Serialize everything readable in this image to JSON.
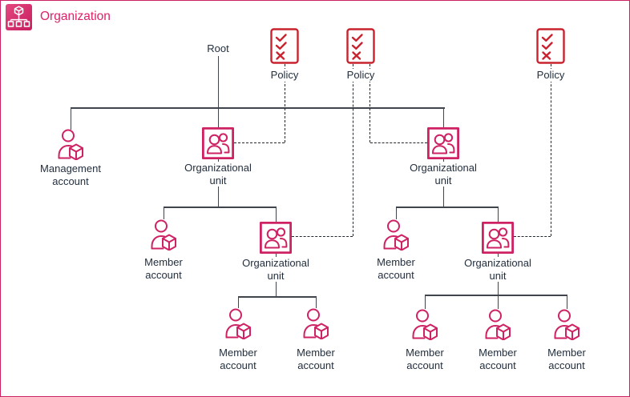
{
  "header": {
    "title": "Organization",
    "icon": "aws-organizations-icon"
  },
  "colors": {
    "organization_pink": "#ce2264",
    "policy_red": "#c8232e",
    "connector_dark": "#3f444d",
    "label_text": "#232f3e",
    "background": "#ffffff"
  },
  "labels": {
    "root": "Root",
    "management_account": "Management account",
    "organizational_unit": "Organizational unit",
    "member_account": "Member account"
  },
  "structure": {
    "root_children": [
      "management_account",
      "organizational_unit",
      "organizational_unit"
    ],
    "policies": [
      {
        "label": "Policy",
        "attached_to": "left organizational unit"
      },
      {
        "label": "Policy",
        "attached_to": "left nested organizational unit and right organizational unit"
      },
      {
        "label": "Policy",
        "attached_to": "right nested organizational unit"
      }
    ],
    "left_ou_children": [
      "member_account",
      "organizational_unit"
    ],
    "left_nested_ou_children": [
      "member_account",
      "member_account"
    ],
    "right_ou_children": [
      "member_account",
      "organizational_unit"
    ],
    "right_nested_ou_children": [
      "member_account",
      "member_account",
      "member_account"
    ]
  }
}
